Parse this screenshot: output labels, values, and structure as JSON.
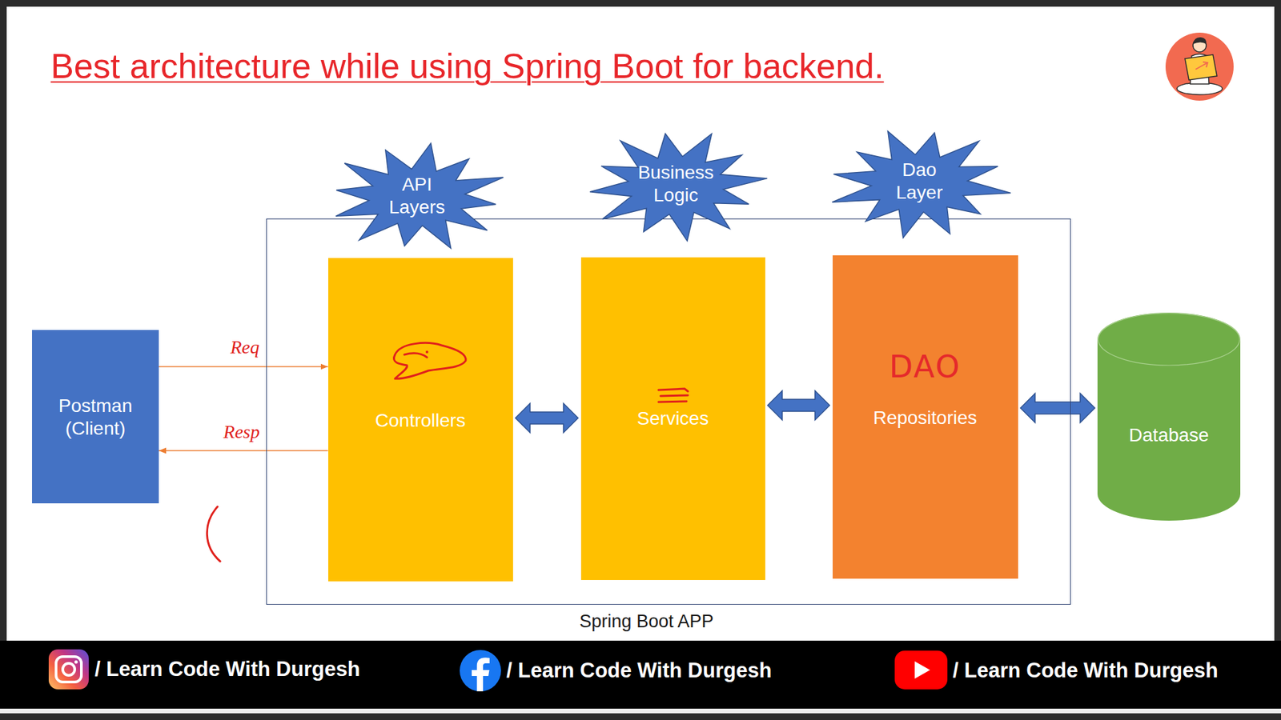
{
  "diagram": {
    "title": "Best architecture while using Spring Boot for backend.",
    "nodes": [
      {
        "text": [
          "API Layers"
        ]
      },
      {
        "text": [
          "Business Logic"
        ]
      },
      {
        "text": [
          "Dao Layer"
        ]
      },
      {
        "text": [
          "Postman (Client)"
        ]
      },
      {
        "text": [
          "Spring Boot APP"
        ]
      },
      {
        "text": [
          "Controllers"
        ],
        "in": 4
      },
      {
        "text": [
          "Services"
        ],
        "in": 4
      },
      {
        "text": [
          "DAO",
          "Repositories"
        ],
        "in": 4
      },
      {
        "text": [
          "Database"
        ]
      }
    ],
    "edges": [
      {
        "from": 3,
        "to": 5,
        "arrow": "to",
        "label": "Req"
      },
      {
        "from": 5,
        "to": 3,
        "arrow": "to",
        "label": "Resp"
      },
      {
        "from": 5,
        "to": 6,
        "arrow": "both"
      },
      {
        "from": 6,
        "to": 7,
        "arrow": "both"
      },
      {
        "from": 7,
        "to": 8,
        "arrow": "both"
      }
    ],
    "labels": [
      "/ Learn Code With Durgesh",
      "/ Learn Code With Durgesh",
      "/ Learn Code With Durgesh"
    ]
  }
}
